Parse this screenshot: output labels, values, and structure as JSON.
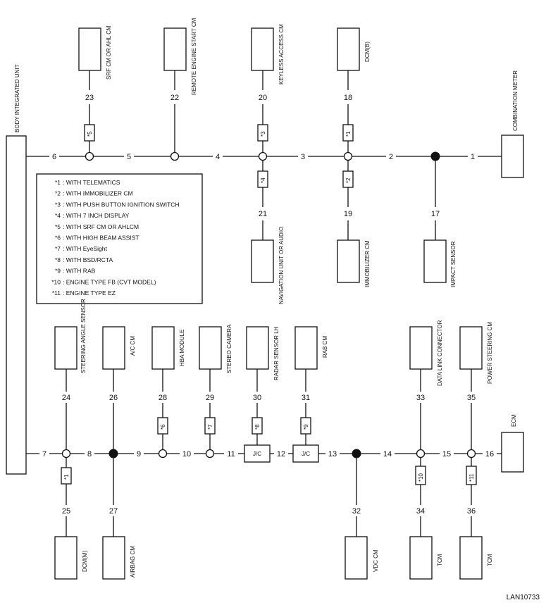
{
  "body_unit": "BODY INTEGRATED UNIT",
  "units": {
    "srf": "SRF CM OR AHL CM",
    "remote": "REMOTE ENGINE START CM",
    "keyless": "KEYLESS ACCESS CM",
    "dcmb": "DCM(B)",
    "meter": "COMBINATION METER",
    "nav": "NAVIGATION UNIT OR AUDIO",
    "immo": "IMMOBILIZER CM",
    "impact": "IMPACT SENSOR",
    "steer": "STEERING ANGLE SENSOR",
    "ac": "A/C CM",
    "hba": "HBA MODULE",
    "stereo": "STEREO CAMERA",
    "radar": "RADAR SENSOR LH",
    "rab": "RAB CM",
    "dlc": "DATA LINK CONNECTOR",
    "ps": "POWER STEERING CM",
    "ecm": "ECM",
    "dcmm": "DCM(M)",
    "airbag": "AIRBAG CM",
    "vdc": "VDC CM",
    "tcm1": "TCM",
    "tcm2": "TCM"
  },
  "nums": {
    "n1": "1",
    "n2": "2",
    "n3": "3",
    "n4": "4",
    "n5": "5",
    "n6": "6",
    "n7": "7",
    "n8": "8",
    "n9": "9",
    "n10": "10",
    "n11": "11",
    "n12": "12",
    "n13": "13",
    "n14": "14",
    "n15": "15",
    "n16": "16",
    "n17": "17",
    "n18": "18",
    "n19": "19",
    "n20": "20",
    "n21": "21",
    "n22": "22",
    "n23": "23",
    "n24": "24",
    "n25": "25",
    "n26": "26",
    "n27": "27",
    "n28": "28",
    "n29": "29",
    "n30": "30",
    "n31": "31",
    "n32": "32",
    "n33": "33",
    "n34": "34",
    "n35": "35",
    "n36": "36"
  },
  "markers": {
    "m1a": "*1",
    "m1b": "*1",
    "m2": "*2",
    "m3": "*3",
    "m4": "*4",
    "m5": "*5",
    "m6": "*6",
    "m7": "*7",
    "m8": "*8",
    "m9": "*9",
    "m10": "*10",
    "m11": "*11"
  },
  "jc": {
    "a": "J/C",
    "b": "J/C"
  },
  "legend": [
    {
      "mark": "*1",
      "text": ": WITH TELEMATICS"
    },
    {
      "mark": "*2",
      "text": ": WITH IMMOBILIZER CM"
    },
    {
      "mark": "*3",
      "text": ": WITH PUSH BUTTON IGNITION SWITCH"
    },
    {
      "mark": "*4",
      "text": ": WITH 7 INCH DISPLAY"
    },
    {
      "mark": "*5",
      "text": ": WITH SRF CM OR AHLCM"
    },
    {
      "mark": "*6",
      "text": ": WITH HIGH BEAM ASSIST"
    },
    {
      "mark": "*7",
      "text": ": WITH EyeSight"
    },
    {
      "mark": "*8",
      "text": ": WITH BSD/RCTA"
    },
    {
      "mark": "*9",
      "text": ": WITH RAB"
    },
    {
      "mark": "*10",
      "text": ": ENGINE TYPE FB (CVT MODEL)"
    },
    {
      "mark": "*11",
      "text": ": ENGINE TYPE EZ"
    }
  ],
  "figure_id": "LAN10733",
  "colors": {
    "ink": "#111111",
    "paper": "#ffffff"
  }
}
